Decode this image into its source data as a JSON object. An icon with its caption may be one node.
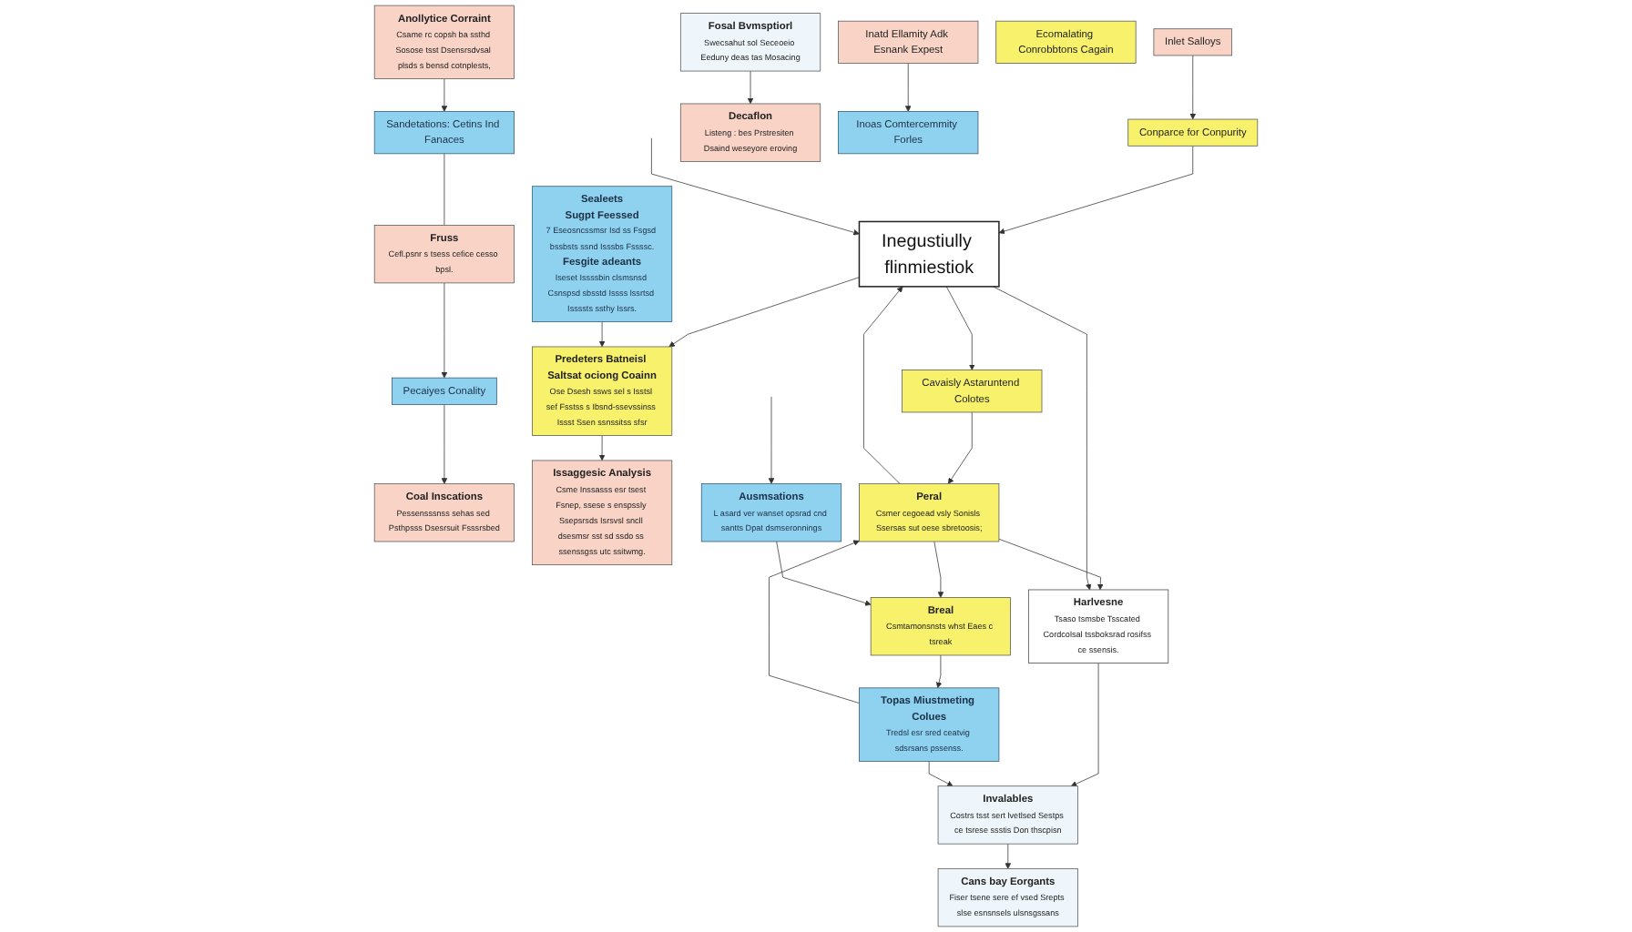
{
  "diagram": {
    "nodes": [
      {
        "text": [
          "Inlet Salloys"
        ]
      },
      {
        "text": [
          "Inatd Ellamity Adk Esnank Expest"
        ]
      },
      {
        "text": [
          "Conparce for Conpurity"
        ]
      },
      {
        "text": [
          "Ecomalating Conrobbtons Cagain"
        ]
      },
      {
        "text": [
          "Ausmsations",
          "L asard ver wanset opsrad cnd santts Dpat dsmseronnings"
        ]
      },
      {
        "text": [
          "Fosal Bvmsptiorl",
          "Swecsahut sol Seceoeio Eeduny deas tas Mosacing"
        ]
      },
      {
        "text": [
          "Decaflon",
          "Listeng : bes Prstresiten Dsaind weseyore eroving"
        ]
      },
      {
        "text": [
          "Inoas Comtercemmity Forles"
        ]
      },
      {
        "text": [
          "Inegustiully flinmiestiok"
        ]
      },
      {
        "text": [
          "Cavaisly Astaruntend Colotes"
        ]
      },
      {
        "text": [
          "Peral",
          "Csmer cegoead vsly Sonisls Ssersas sut oese sbretoosis;"
        ]
      },
      {
        "text": [
          "Breal",
          "Csmtamonsnsts whst Eaes c tsreak"
        ]
      },
      {
        "text": [
          "Topas Miustmeting Colues",
          "Tredsl esr sred ceatvig sdsrsans pssenss."
        ]
      },
      {
        "text": [
          "Harlvesne",
          "Tsaso tsmsbe Tsscated Cordcolsal tssboksrad rosifss ce ssensis."
        ]
      },
      {
        "text": [
          "Invalables",
          "Costrs tsst sert lvetlsed Sestps ce tsrese ssstis Don thscpisn"
        ]
      },
      {
        "text": [
          "Cans bay Eorgants",
          "Fiser tsene sere ef vsed Srepts slse esnsnsels ulsnsgssans"
        ]
      },
      {
        "text": [
          "Sandetations: Cetins Ind Fanaces"
        ]
      },
      {
        "text": [
          "Anollytice Corraint",
          "Csame rc copsh ba ssthd Sosose tsst Dsensrsdvsal plsds s bensd cotnplests,"
        ]
      },
      {
        "text": [
          "Fruss",
          "Cefl.psnr s tsess cefice cesso bpsl."
        ]
      },
      {
        "text": [
          "Pecaiyes Conality"
        ]
      },
      {
        "text": [
          "Coal Inscations",
          "Pessensssnss sehas sed Psthpsss Dsesrsuit Fsssrsbed"
        ]
      },
      {
        "text": [
          "Issaggesic Analysis",
          "Csme Inssasss esr tsest Fsnep, ssese s enspssly Ssepsrsds Isrsvsl sncll dsesmsr sst sd ssdo ss ssenssgss utc ssitwmg."
        ]
      },
      {
        "text": [
          "Predeters Batneisl Saltsat ociong Coainn",
          "Ose Dsesh ssws sel s Isstsl sef Fsstss s Ibsnd-ssevssinss Issst Ssen ssnssitss sfsr"
        ]
      },
      {
        "text": [
          "Sealeets",
          "Sugpt Feessed",
          "7 Eseosncssmsr Isd ss Fsgsd bssbsts ssnd Isssbs Fssssc.",
          "Fesgite adeants",
          "Iseset Issssbin clsmsnsd Csnspsd sbsstd Issss lssrtsd Issssts ssthy Issrs."
        ]
      }
    ],
    "edges": [
      {
        "from": 0,
        "to": 2,
        "arrow": "to"
      },
      {
        "from": 1,
        "to": 7,
        "arrow": "to"
      },
      {
        "from": 2,
        "to": 8,
        "arrow": "to"
      },
      {
        "from": 5,
        "to": 6,
        "arrow": "to"
      },
      {
        "from": null,
        "to": 8,
        "arrow": "to"
      },
      {
        "from": null,
        "to": 4,
        "arrow": "to"
      },
      {
        "from": 8,
        "to": 9,
        "arrow": "to"
      },
      {
        "from": 9,
        "to": 10,
        "arrow": "to"
      },
      {
        "from": 10,
        "to": 8,
        "arrow": "to"
      },
      {
        "from": 10,
        "to": 11,
        "arrow": "to"
      },
      {
        "from": 4,
        "to": 11,
        "arrow": "to"
      },
      {
        "from": 11,
        "to": 12,
        "arrow": "to"
      },
      {
        "from": 12,
        "to": 10,
        "arrow": "to"
      },
      {
        "from": 10,
        "to": 13,
        "arrow": "to"
      },
      {
        "from": 8,
        "to": 13,
        "arrow": "to"
      },
      {
        "from": 13,
        "to": 14,
        "arrow": "to"
      },
      {
        "from": 12,
        "to": 14,
        "arrow": "to"
      },
      {
        "from": 14,
        "to": 15,
        "arrow": "to"
      },
      {
        "from": 17,
        "to": 16,
        "arrow": "to"
      },
      {
        "from": 16,
        "to": 18,
        "arrow": "none"
      },
      {
        "from": 18,
        "to": 19,
        "arrow": "to"
      },
      {
        "from": 19,
        "to": 20,
        "arrow": "to"
      },
      {
        "from": 8,
        "to": 22,
        "arrow": "to"
      },
      {
        "from": 22,
        "to": 21,
        "arrow": "to"
      },
      {
        "from": 23,
        "to": 22,
        "arrow": "to"
      }
    ]
  }
}
